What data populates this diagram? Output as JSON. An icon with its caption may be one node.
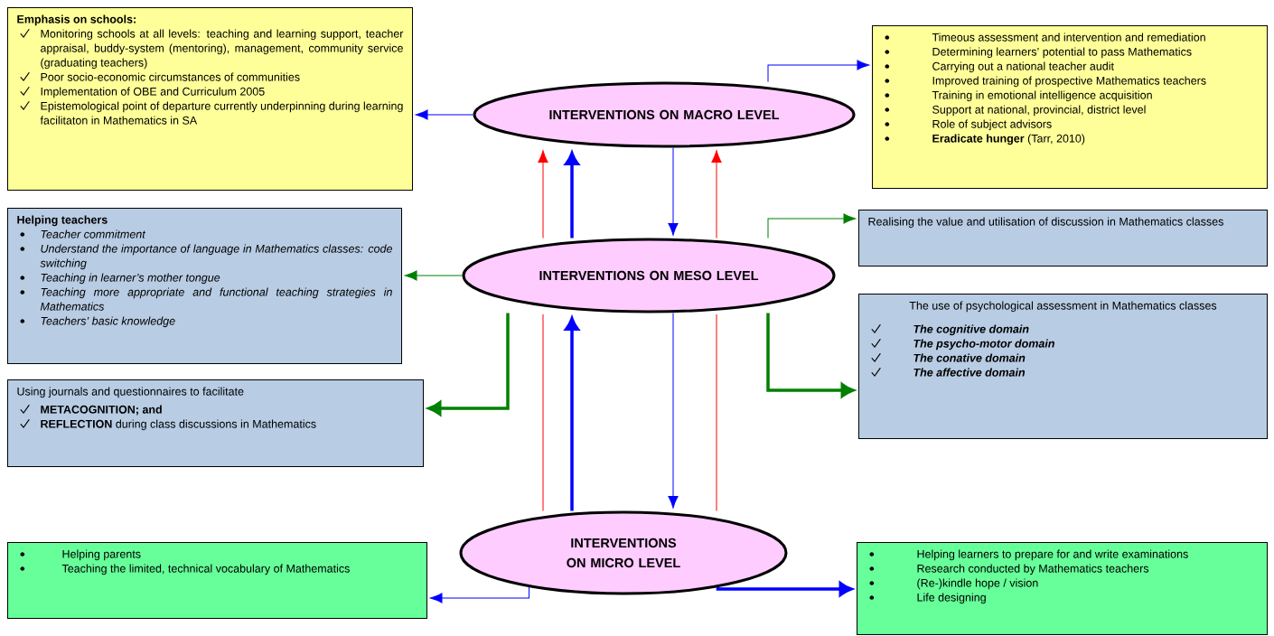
{
  "diagram": {
    "nodes": [
      {
        "text": [
          "INTERVENTIONS ON MACRO LEVEL"
        ]
      },
      {
        "text": [
          "Emphasis on schools:",
          "Monitoring schools at all levels: teaching and learning support, teacher appraisal, buddy-system (mentoring), management, community service (graduating teachers)",
          "Poor socio-economic circumstances of communities",
          "Implementation of OBE and Curriculum 2005",
          "Epistemological point of departure currently underpinning during learning facilitaton in Mathematics in SA"
        ]
      },
      {
        "text": [
          "Timeous assessment and intervention and remediation",
          "Determining learners’ potential to pass Mathematics",
          "Carrying out a national teacher audit",
          "Improved training of prospective Mathematics teachers",
          "Training in emotional intelligence acquisition",
          "Support at national, provincial, district level",
          "Role of subject advisors",
          "**Eradicate hunger** (Tarr, 2010)"
        ]
      },
      {
        "text": [
          "INTERVENTIONS ON MESO LEVEL"
        ]
      },
      {
        "text": [
          "Helping teachers",
          "Teacher commitment",
          "Understand the importance of language in Mathematics classes: code switching",
          "Teaching in learner’s mother tongue",
          "Teaching more appropriate and functional teaching strategies in Mathematics",
          "Teachers’ basic knowledge"
        ]
      },
      {
        "text": [
          "Using journals and questionnaires to facilitate",
          "METACOGNITION; and",
          "**REFLECTION** during class discussions in Mathematics"
        ]
      },
      {
        "text": [
          "Realising the value and utilisation of discussion in Mathematics classes"
        ]
      },
      {
        "text": [
          "The use of psychological assessment in Mathematics classes",
          "The cognitive domain",
          "The psycho-motor domain",
          "The conative domain",
          "The affective domain"
        ]
      },
      {
        "text": [
          "INTERVENTIONS ON MICRO LEVEL"
        ]
      },
      {
        "text": [
          "Helping parents",
          "Teaching the limited, technical vocabulary of Mathematics"
        ]
      },
      {
        "text": [
          "Helping learners to prepare for and write examinations",
          "Research conducted by Mathematics teachers",
          "(Re-)kindle hope / vision",
          "Life designing"
        ]
      }
    ],
    "edges": [
      {
        "from": 0,
        "to": 1,
        "arrow": "to"
      },
      {
        "from": 0,
        "to": 2,
        "arrow": "to"
      },
      {
        "from": 0,
        "to": 3,
        "arrow": "to"
      },
      {
        "from": 3,
        "to": 0,
        "arrow": "to",
        "style": "thick"
      },
      {
        "from": 3,
        "to": 4,
        "arrow": "to",
        "color": "#008000"
      },
      {
        "from": 3,
        "to": 5,
        "arrow": "to",
        "style": "thick",
        "color": "#008000"
      },
      {
        "from": 3,
        "to": 6,
        "arrow": "to",
        "color": "#008000"
      },
      {
        "from": 3,
        "to": 7,
        "arrow": "to",
        "style": "thick",
        "color": "#008000"
      },
      {
        "from": 3,
        "to": 8,
        "arrow": "to"
      },
      {
        "from": 8,
        "to": 3,
        "arrow": "to",
        "style": "thick"
      },
      {
        "from": 8,
        "to": 9,
        "arrow": "to"
      },
      {
        "from": 8,
        "to": 10,
        "arrow": "to",
        "style": "thick"
      },
      {
        "from": 3,
        "to": 0,
        "arrow": "to",
        "color": "#ff0000"
      },
      {
        "from": 3,
        "to": 0,
        "arrow": "to",
        "color": "#ff0000"
      },
      {
        "from": 8,
        "to": 3,
        "arrow": "none",
        "color": "#ff0000"
      },
      {
        "from": 8,
        "to": 3,
        "arrow": "none",
        "color": "#ff0000"
      }
    ]
  }
}
